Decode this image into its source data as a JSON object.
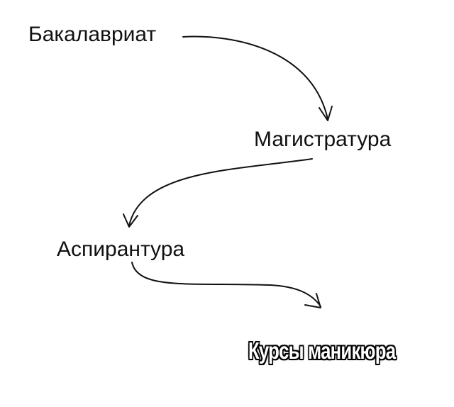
{
  "steps": [
    {
      "label": "Бакалавриат"
    },
    {
      "label": "Магистратура"
    },
    {
      "label": "Аспирантура"
    },
    {
      "label": "Курсы маникюра"
    }
  ],
  "colors": {
    "text": "#111111",
    "background": "#ffffff",
    "punchline_fill": "#ffffff",
    "punchline_outline": "#000000"
  }
}
